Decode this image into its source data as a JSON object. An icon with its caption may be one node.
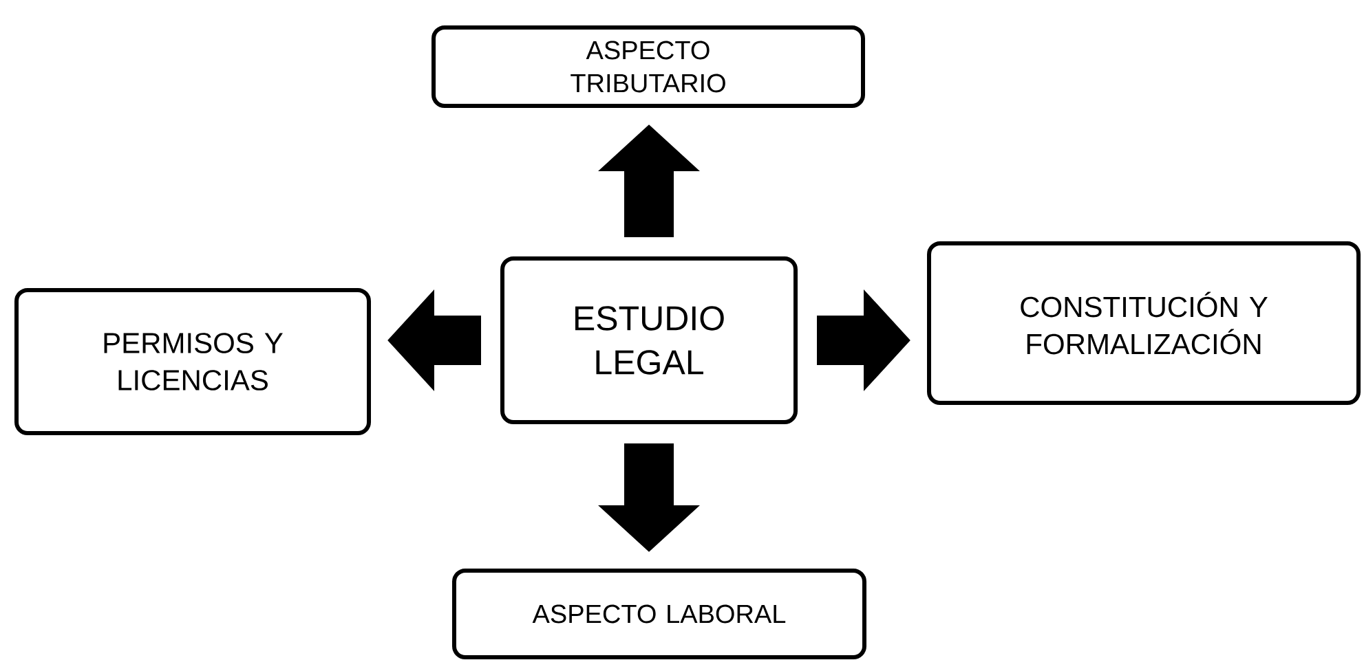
{
  "diagram": {
    "nodes": [
      {
        "text": [
          "ESTUDIO LEGAL"
        ]
      },
      {
        "text": [
          "ASPECTO TRIBUTARIO"
        ]
      },
      {
        "text": [
          "PERMISOS Y LICENCIAS"
        ]
      },
      {
        "text": [
          "CONSTITUCIÓN Y FORMALIZACIÓN"
        ]
      },
      {
        "text": [
          "ASPECTO LABORAL"
        ]
      }
    ],
    "edges": [
      {
        "from": 0,
        "to": 1,
        "arrow": "to"
      },
      {
        "from": 0,
        "to": 2,
        "arrow": "to"
      },
      {
        "from": 0,
        "to": 3,
        "arrow": "to"
      },
      {
        "from": 0,
        "to": 4,
        "arrow": "to"
      }
    ]
  }
}
